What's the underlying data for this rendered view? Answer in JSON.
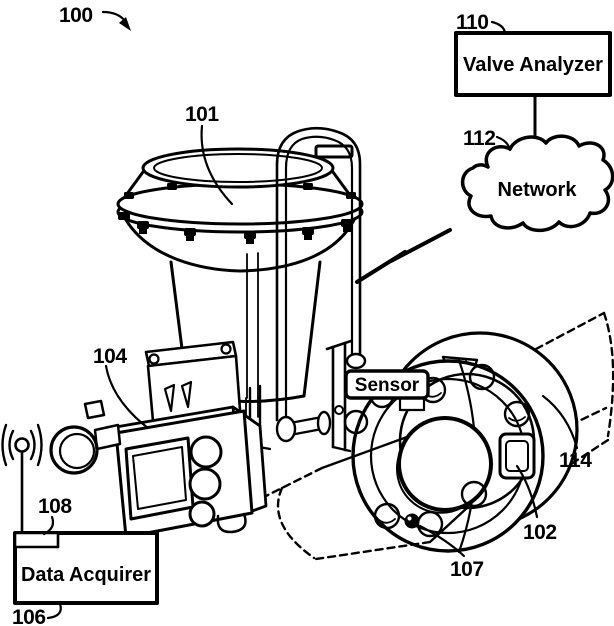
{
  "figure": {
    "callouts": {
      "c100": "100",
      "c101": "101",
      "c102": "102",
      "c104": "104",
      "c106": "106",
      "c107": "107",
      "c108": "108",
      "c110": "110",
      "c112": "112",
      "c114": "114"
    },
    "labels": {
      "valve_analyzer": "Valve Analyzer",
      "network": "Network",
      "sensor": "Sensor",
      "data_acquirer": "Data Acquirer"
    },
    "colors": {
      "ink": "#000000",
      "paper": "#ffffff"
    }
  }
}
